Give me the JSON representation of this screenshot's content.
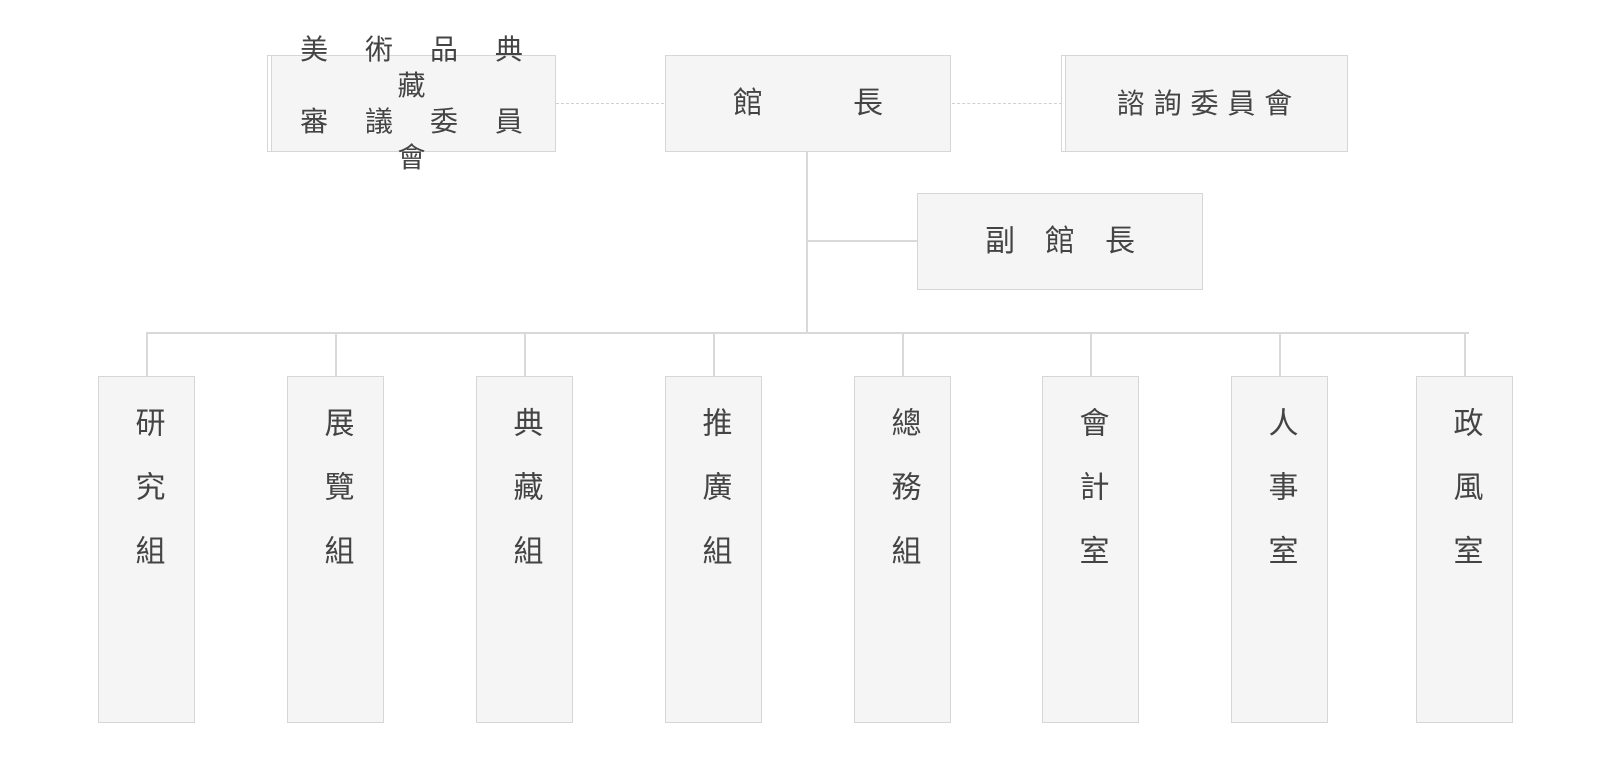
{
  "chart": {
    "top_left": {
      "line1": "美 術 品 典 藏",
      "line2": "審 議 委 員 會"
    },
    "director": "館　　　長",
    "top_right": "諮 詢 委 員 會",
    "deputy": "副　館　長",
    "departments": [
      "研究組",
      "展覽組",
      "典藏組",
      "推廣組",
      "總務組",
      "會計室",
      "人事室",
      "政風室"
    ]
  },
  "colors": {
    "box_fill": "#f5f5f5",
    "box_border": "#d6d6d6",
    "text": "#444444",
    "line": "#d9d9d9"
  }
}
